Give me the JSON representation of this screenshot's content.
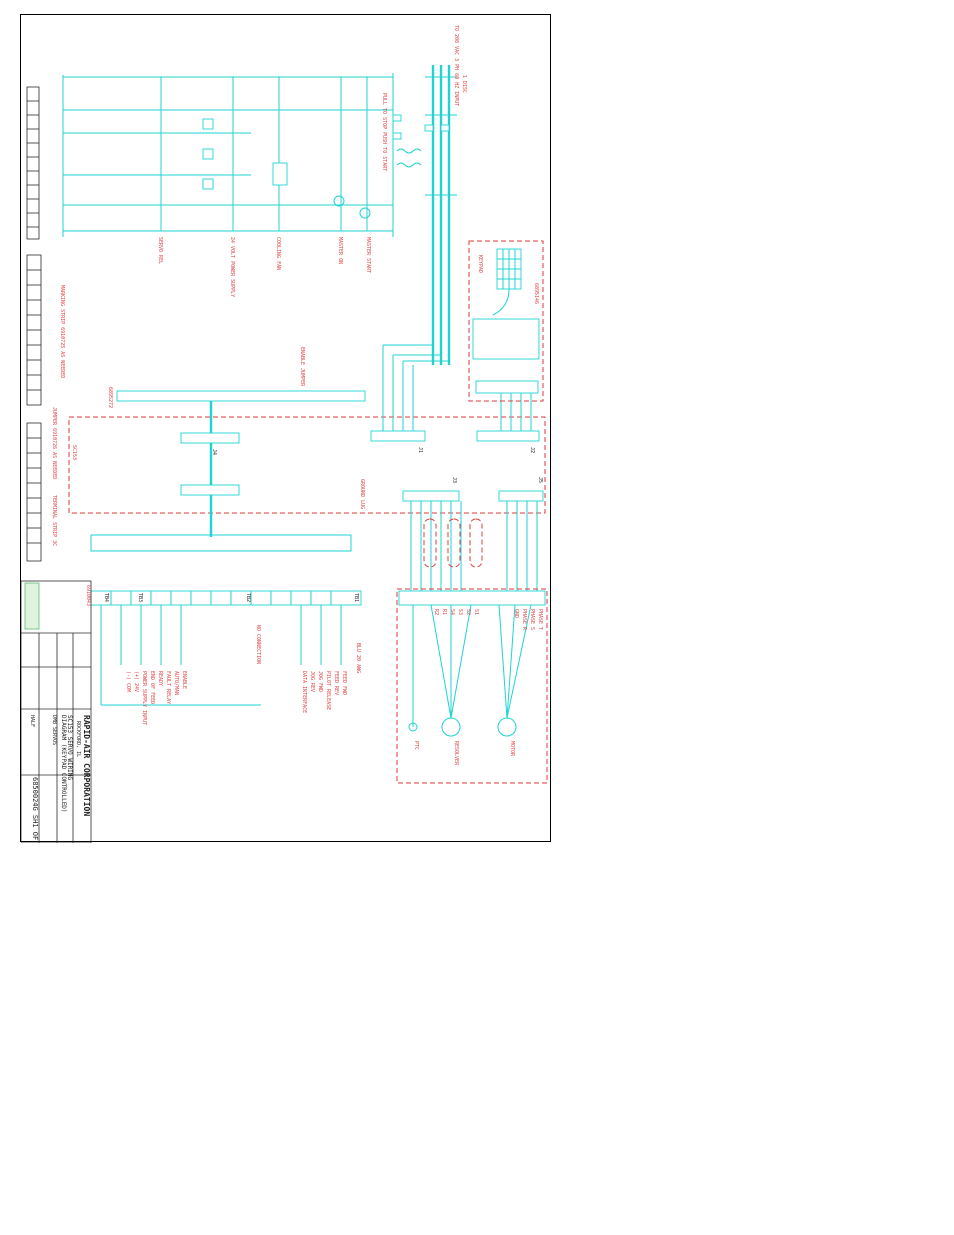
{
  "title_block": {
    "company": "RAPID-AIR CORPORATION",
    "city": "ROCKFORD, IL",
    "title_line1": "SC153 SERVO WIRING",
    "title_line2": "DIAGRAM (KEYPAD CONTROLLED)",
    "drawn_by": "DMB SERVOS",
    "scale": "HALF",
    "drawing_no": "6850024G SH1 OF 2"
  },
  "labels": {
    "input": "TO 208 VAC 3 PH 60 HZ INPUT",
    "disc": "1 DISC",
    "pull_to_stop": "PULL TO STOP PUSH TO START",
    "master_start": "MASTER START",
    "master_on": "MASTER ON",
    "cooling_fan": "COOLING FAN",
    "power_supply": "24 VOLT POWER SUPPLY",
    "servo_rel": "SERVO REL",
    "marking_strip": "MARKING STRIP 6910725 AS NEEDED",
    "jumper": "JUMPER 6910726 AS NEEDED",
    "terminal_strip": "TERMINAL STRIP 3C",
    "enable_jumper": "ENABLE JUMPER",
    "sc153": "SC153",
    "ground_lug": "GROUND LUG",
    "keypad": "KEYPAD",
    "keypad_part": "6895146",
    "blu_20awg": "BLU 20 AWG",
    "no_connection": "NO CONNECTION",
    "motor": "MOTOR",
    "resolver": "RESOLVER",
    "ptc": "PTC",
    "tb1": "TB1",
    "tb2": "TB2",
    "tb3": "TB3",
    "tb4": "TB4",
    "j1": "J1",
    "j2": "J2",
    "j3": "J3",
    "j4": "J4",
    "j5": "J5",
    "part_6910043": "6910043",
    "part_6895272": "6895272"
  },
  "tb1_funcs": [
    "FEED FWD",
    "FEED REV",
    "PILOT RELEASE",
    "JOG FWD",
    "JOG REV",
    "DATA INTERFACE"
  ],
  "tb3_funcs": [
    "ENABLE",
    "AUTO/MAN",
    "FAULT RELAY",
    "READY",
    "END OF FEED",
    "POWER SUPPLY INPUT",
    "(+) 24V",
    "(-) COM"
  ],
  "motor_funcs": [
    "PHASE T",
    "PHASE S",
    "PHASE R",
    "GND"
  ],
  "resolver_funcs": [
    "S1",
    "S2",
    "S3",
    "S4",
    "R1",
    "R2"
  ],
  "colors": {
    "wire": "#1fd3d3",
    "label_red": "#e23a3a",
    "border": "#000000",
    "title_green": "#2fa84f"
  }
}
